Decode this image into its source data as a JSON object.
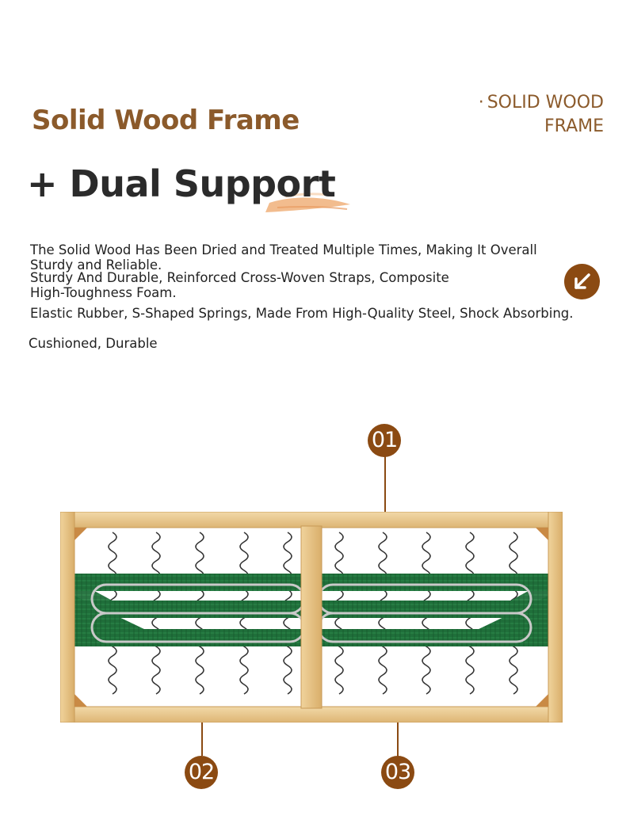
{
  "colors": {
    "brown": "#8b5a2b",
    "marker": "#8b4a12",
    "dark": "#2b2b2b",
    "wood": "#e9c891",
    "wood_edge": "#c89a57",
    "strap": "#1f6f3a",
    "spring": "#333333"
  },
  "heading": {
    "line1": "Solid Wood Frame",
    "line2": "+ Dual Support"
  },
  "tag": {
    "bullet": "·",
    "line1": "SOLID WOOD",
    "line2": "FRAME"
  },
  "description": {
    "line1": "The Solid Wood Has Been Dried and Treated Multiple Times, Making It Overall",
    "line2": "Sturdy and Reliable.",
    "line3": "Sturdy And Durable, Reinforced Cross-Woven Straps, Composite",
    "line4": "High-Toughness Foam.",
    "line5": "Elastic Rubber, S-Shaped Springs, Made From High-Quality Steel, Shock Absorbing.",
    "line6": "Cushioned, Durable"
  },
  "arrow_icon": "arrow-down-left-icon",
  "markers": {
    "m1": "01",
    "m2": "02",
    "m3": "03"
  }
}
